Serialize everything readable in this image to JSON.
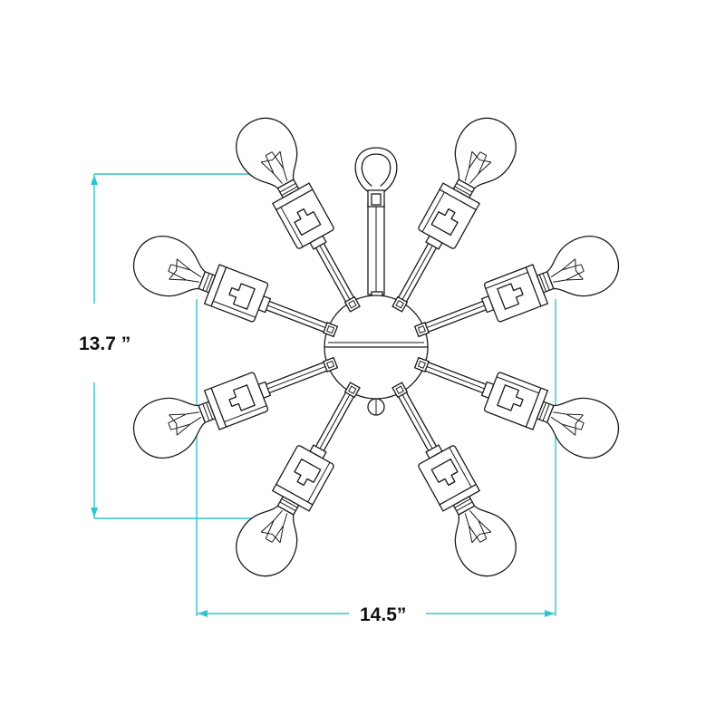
{
  "diagram": {
    "dimensions": {
      "height_label": "13.7 ”",
      "width_label": "14.5”"
    },
    "fixture": {
      "arms": [
        {
          "angle_deg": -61
        },
        {
          "angle_deg": -119
        },
        {
          "angle_deg": -21
        },
        {
          "angle_deg": -159
        },
        {
          "angle_deg": 21
        },
        {
          "angle_deg": 159
        },
        {
          "angle_deg": 61
        },
        {
          "angle_deg": 119
        }
      ],
      "colors": {
        "line": "#1a1a1a",
        "dimension": "#2fc4cf"
      }
    }
  }
}
